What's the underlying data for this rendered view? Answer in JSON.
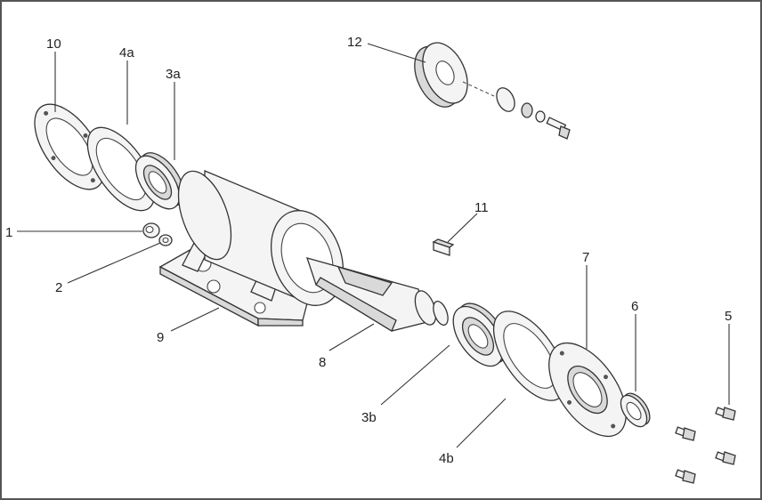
{
  "diagram": {
    "labels": {
      "p10": "10",
      "p4a": "4a",
      "p3a": "3a",
      "p12": "12",
      "p11": "11",
      "p1": "1",
      "p2": "2",
      "p9": "9",
      "p8": "8",
      "p7": "7",
      "p6": "6",
      "p5": "5",
      "p3b": "3b",
      "p4b": "4b"
    }
  }
}
